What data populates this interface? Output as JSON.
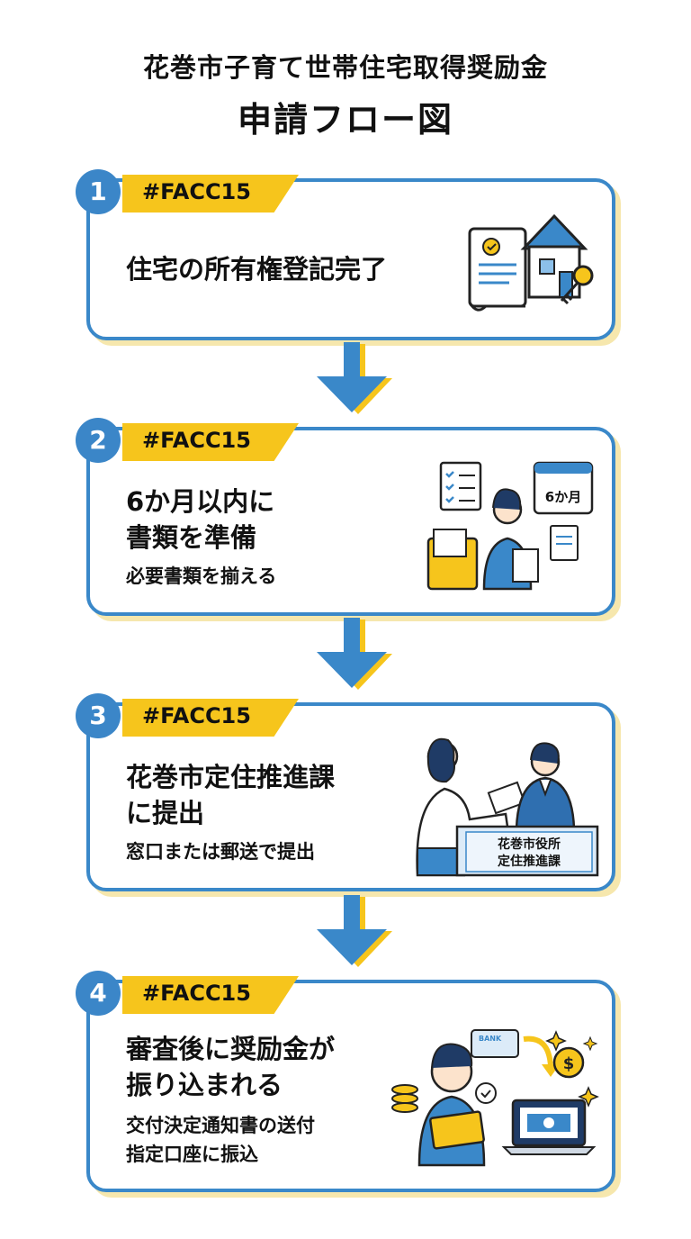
{
  "header": {
    "title_line1": "花巻市子育て世帯住宅取得奨励金",
    "title_line2": "申請フロー図"
  },
  "steps": [
    {
      "number": "1",
      "tag": "#FACC15",
      "heading": "住宅の所有権登記完了"
    },
    {
      "number": "2",
      "tag": "#FACC15",
      "heading_line1": "6か月以内に",
      "heading_line2": "書類を準備",
      "sub": "必要書類を揃える",
      "calendar_label": "6か月"
    },
    {
      "number": "3",
      "tag": "#FACC15",
      "heading_line1": "花巻市定住推進課",
      "heading_line2": "に提出",
      "sub": "窓口または郵送で提出",
      "counter_line1": "花巻市役所",
      "counter_line2": "定住推進課"
    },
    {
      "number": "4",
      "tag": "#FACC15",
      "heading_line1": "審査後に奨励金が",
      "heading_line2": "振り込まれる",
      "sub_line1": "交付決定通知書の送付",
      "sub_line2": "指定口座に振込",
      "bank_label": "BANK"
    }
  ],
  "colors": {
    "blue": "#3a88c9",
    "yellow": "#f6c51c",
    "shadow": "#f6e7ad"
  }
}
